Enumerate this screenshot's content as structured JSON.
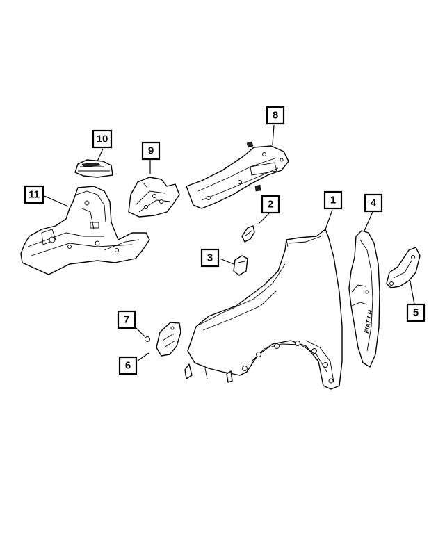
{
  "callouts": [
    {
      "id": "c1",
      "label": "1"
    },
    {
      "id": "c2",
      "label": "2"
    },
    {
      "id": "c3",
      "label": "3"
    },
    {
      "id": "c4",
      "label": "4"
    },
    {
      "id": "c5",
      "label": "5"
    },
    {
      "id": "c6",
      "label": "6"
    },
    {
      "id": "c7",
      "label": "7"
    },
    {
      "id": "c8",
      "label": "8"
    },
    {
      "id": "c9",
      "label": "9"
    },
    {
      "id": "c10",
      "label": "10"
    },
    {
      "id": "c11",
      "label": "11"
    }
  ],
  "stamp_text": "FIAT LH"
}
